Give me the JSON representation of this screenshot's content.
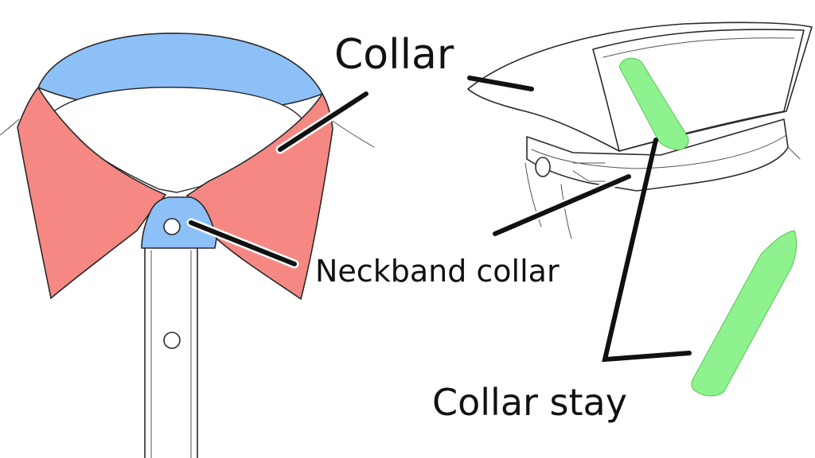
{
  "labels": {
    "collar": "Collar",
    "neckband_collar": "Neckband collar",
    "collar_stay": "Collar stay"
  },
  "colors": {
    "collar": "#f58883",
    "neckband": "#8ec0f8",
    "collar_stay": "#8ef28e",
    "outline": "#2a2a2a",
    "leader": "#111111"
  }
}
